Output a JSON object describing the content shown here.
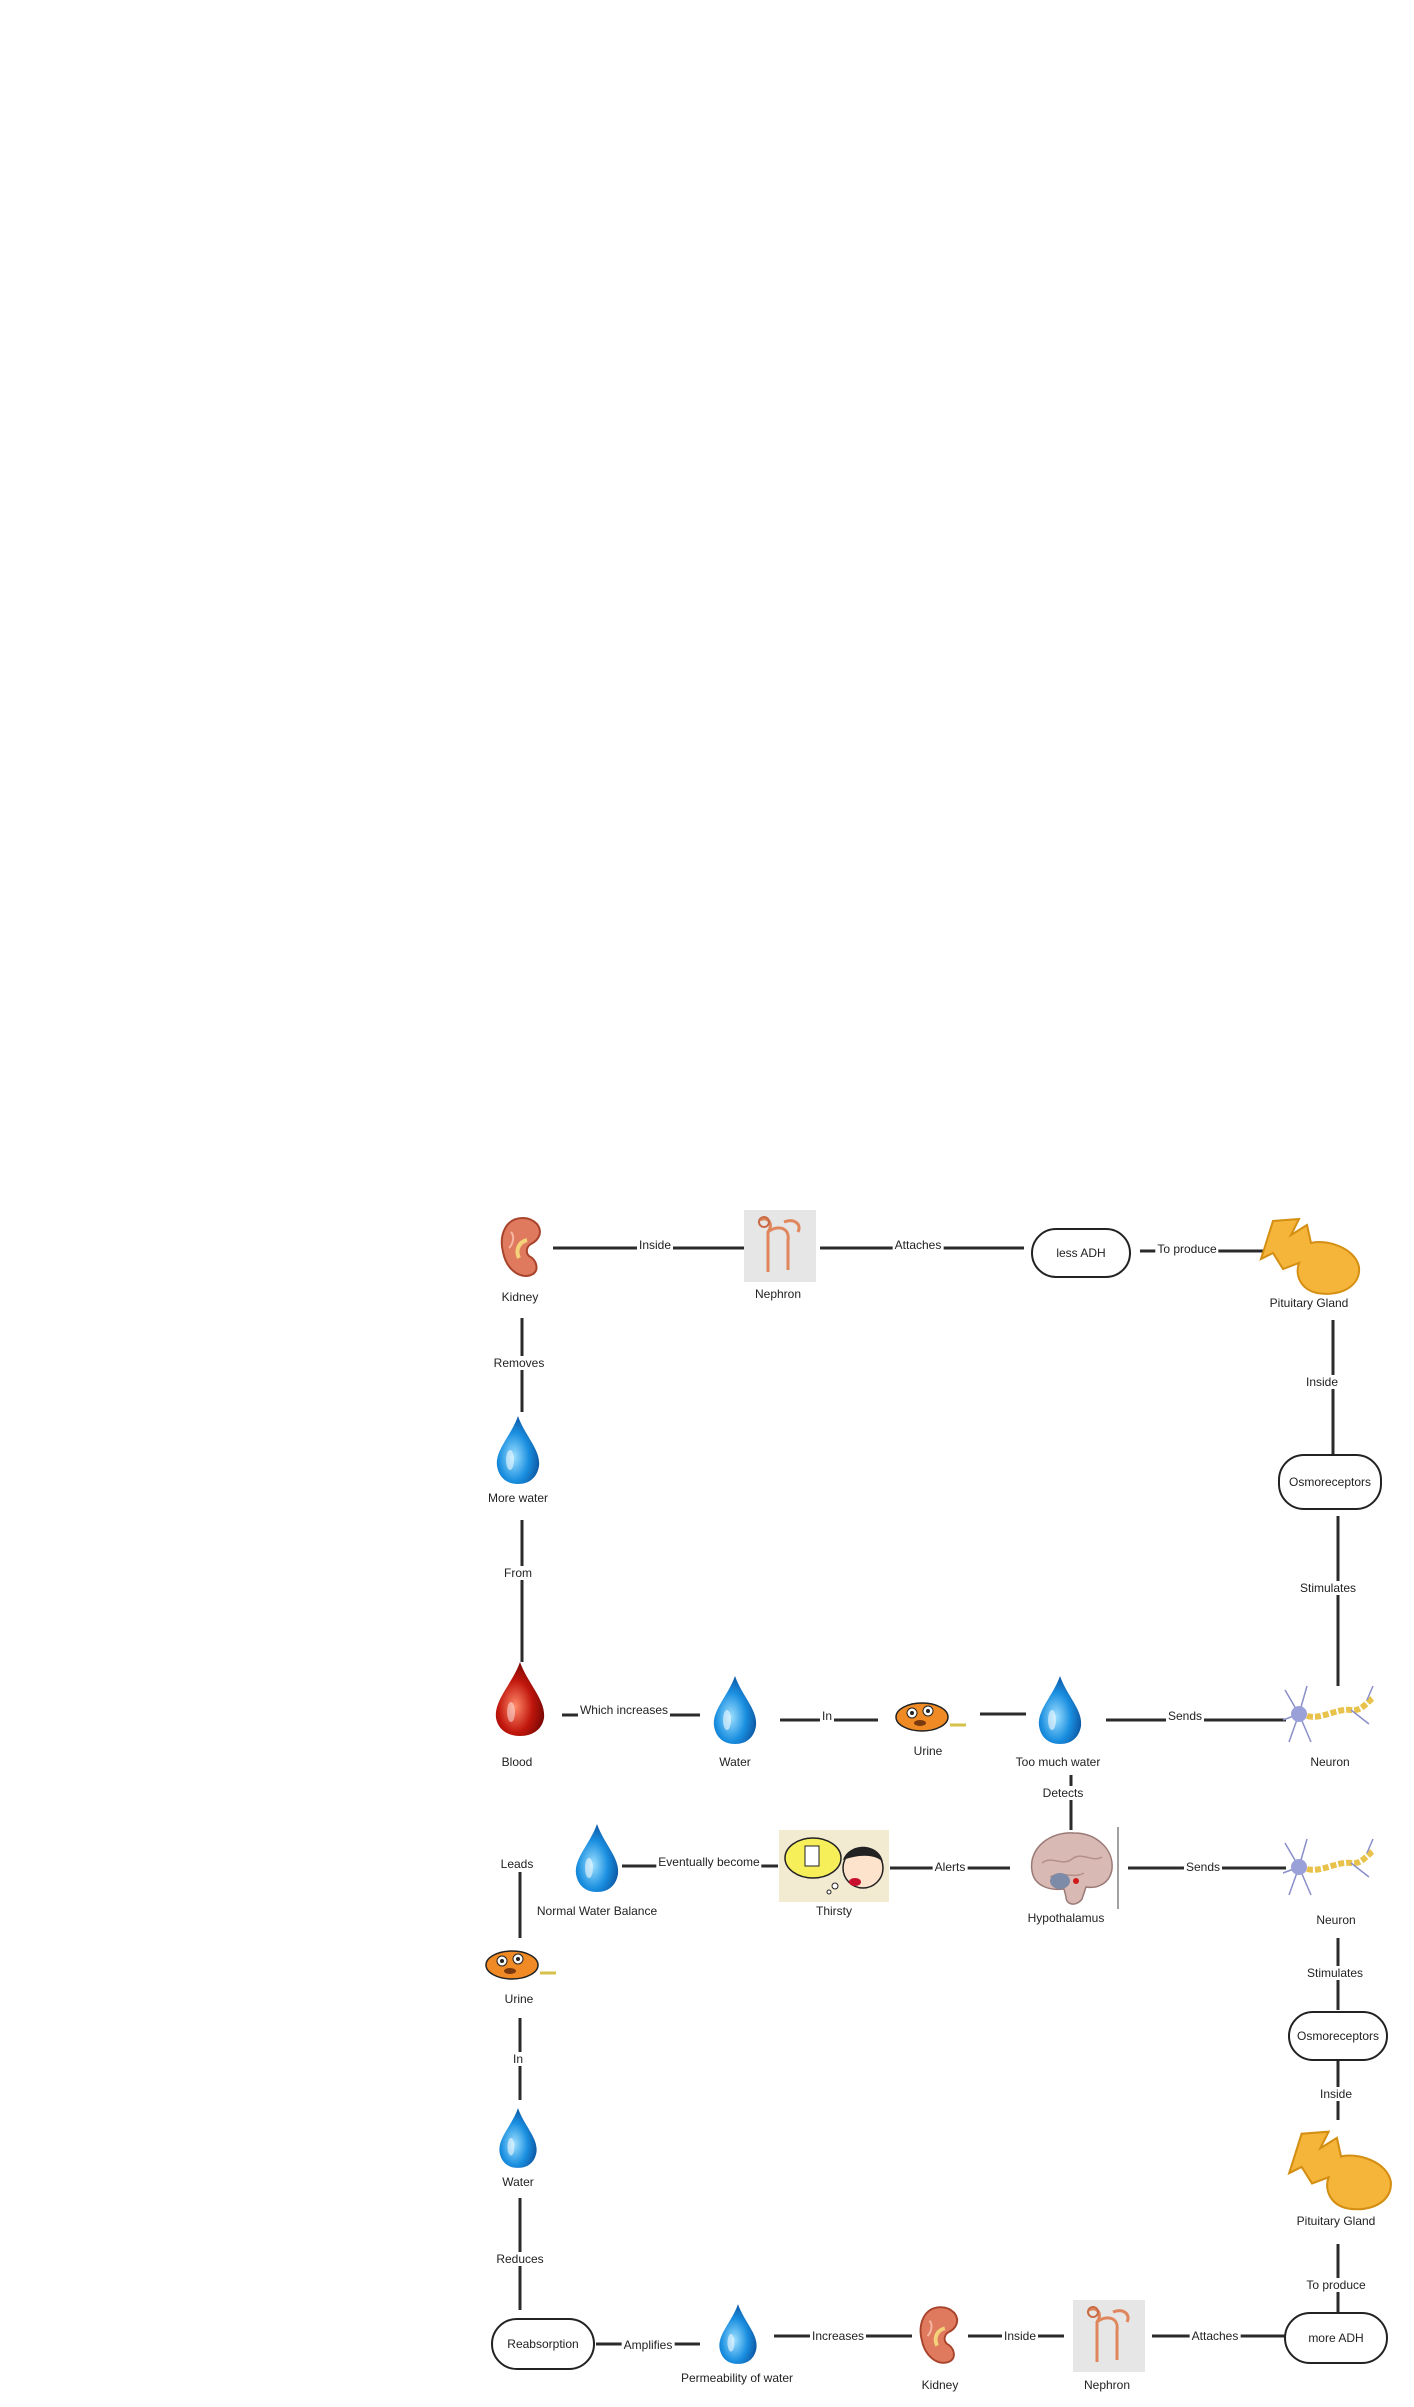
{
  "nodes": {
    "kidney_top": "Kidney",
    "nephron_top": "Nephron",
    "less_adh": "less ADH",
    "pituitary_top": "Pituitary Gland",
    "more_water": "More water",
    "osmo_top": "Osmoreceptors",
    "blood": "Blood",
    "water_mid": "Water",
    "urine_mid": "Urine",
    "too_much_water": "Too much water",
    "neuron_top": "Neuron",
    "normal_balance": "Normal Water Balance",
    "thirsty": "Thirsty",
    "hypothalamus": "Hypothalamus",
    "neuron_bottom": "Neuron",
    "urine_left": "Urine",
    "osmo_bottom": "Osmoreceptors",
    "water_left": "Water",
    "pituitary_bottom": "Pituitary Gland",
    "reabsorption": "Reabsorption",
    "permeability": "Permeability of water",
    "kidney_bottom": "Kidney",
    "nephron_bottom": "Nephron",
    "more_adh": "more ADH"
  },
  "links": {
    "kidney_nephron_top": "Inside",
    "nephron_lessadh": "Attaches",
    "lessadh_pituitary": "To produce",
    "kidney_morewater": "Removes",
    "pituitary_osmo_top": "Inside",
    "morewater_blood": "From",
    "osmo_neuron_top": "Stimulates",
    "blood_water": "Which increases",
    "water_urine": "In",
    "toomuch_neuron": "Sends",
    "toomuch_hypo": "Detects",
    "urine_normal": "Leads",
    "normal_thirsty": "Eventually become",
    "thirsty_hypo": "Alerts",
    "hypo_neuron": "Sends",
    "neuron_osmo_bottom": "Stimulates",
    "urine_water_left": "In",
    "osmo_pituitary_bottom": "Inside",
    "water_reabsorption": "Reduces",
    "pituitary_moreadh": "To produce",
    "reabsorption_permeability": "Amplifies",
    "permeability_kidney": "Increases",
    "kidney_nephron_bottom": "Inside",
    "nephron_moreadh": "Attaches"
  },
  "colors": {
    "water_drop": "#1a8fe0",
    "blood_drop": "#c0160c",
    "pituitary": "#f5b43a",
    "kidney": "#e07a5f",
    "line": "#2b2b2b"
  }
}
